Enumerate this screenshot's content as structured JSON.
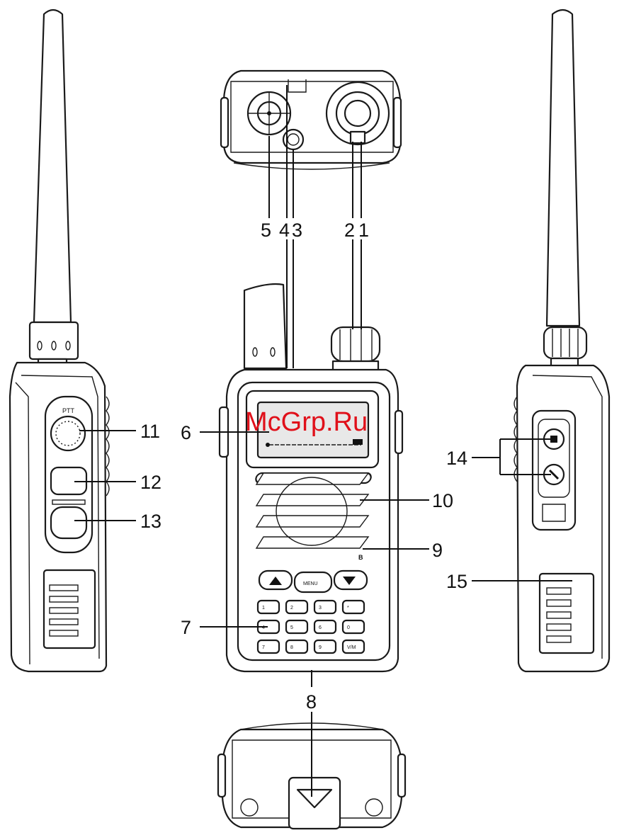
{
  "watermark": "McGrp.Ru",
  "callouts": {
    "c1": "1",
    "c2": "2",
    "c3": "3",
    "c4": "4",
    "c5": "5",
    "c6": "6",
    "c7": "7",
    "c8": "8",
    "c9": "9",
    "c10": "10",
    "c11": "11",
    "c12": "12",
    "c13": "13",
    "c14": "14",
    "c15": "15"
  },
  "radio_labels": {
    "menu_key": "MENU",
    "ptt": "PTT",
    "keypad": [
      "1",
      "2",
      "3",
      "*",
      "4",
      "5",
      "6",
      "0",
      "7",
      "8",
      "9",
      "V/M"
    ]
  }
}
